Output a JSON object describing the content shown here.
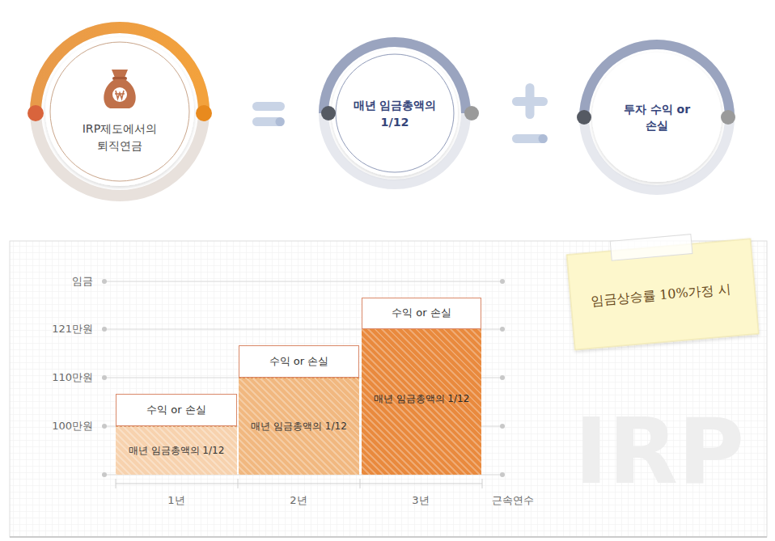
{
  "diagram": {
    "nodes": [
      {
        "text": [
          "IRP제도에서의 퇴직연금"
        ]
      },
      {
        "text": [
          "매년 임금총액의 1/12"
        ]
      },
      {
        "text": [
          "투자 수익 or 손실"
        ]
      },
      {
        "text": [
          "수익 or 손실"
        ]
      },
      {
        "text": [
          "매년 임금총액의 1/12"
        ]
      },
      {
        "text": [
          "수익 or 손실"
        ]
      },
      {
        "text": [
          "매년 임금총액의 1/12"
        ]
      },
      {
        "text": [
          "수익 or 손실"
        ]
      },
      {
        "text": [
          "매년 임금총액의 1/12"
        ]
      },
      {
        "text": [
          "임금상승률 10%가정 시"
        ]
      }
    ],
    "labels": [
      "임금",
      "121만원",
      "110만원",
      "100만원",
      "1년",
      "2년",
      "3년",
      "근속연수",
      "IRP"
    ]
  }
}
